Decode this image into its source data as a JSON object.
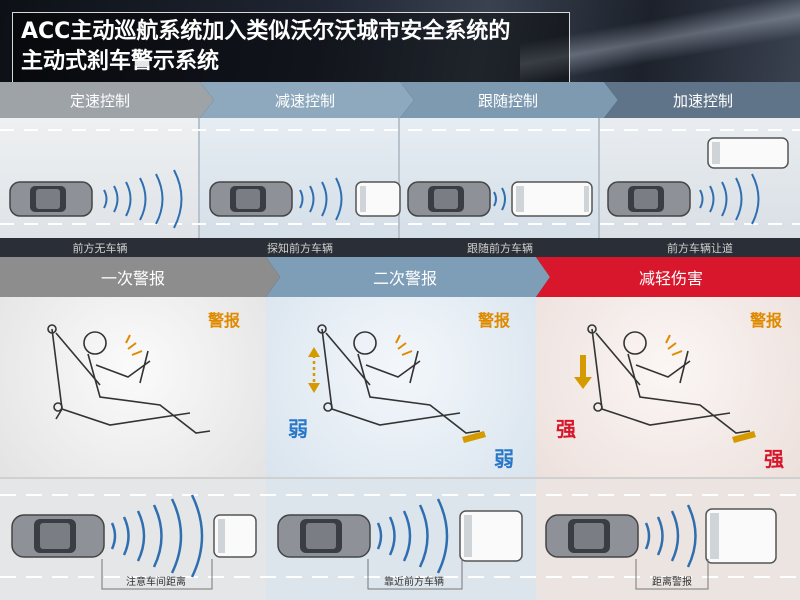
{
  "title": {
    "line1": "ACC主动巡航系统加入类似沃尔沃城市安全系统的",
    "line2": "主动式刹车警示系统"
  },
  "acc_stages": [
    {
      "label": "定速控制",
      "caption": "前方无车辆"
    },
    {
      "label": "减速控制",
      "caption": "探知前方车辆"
    },
    {
      "label": "跟随控制",
      "caption": "跟随前方车辆"
    },
    {
      "label": "加速控制",
      "caption": "前方车辆让道"
    }
  ],
  "warning_stages": [
    {
      "label": "一次警报",
      "warning_word": "警报",
      "road_caption": "注意车间距离"
    },
    {
      "label": "二次警报",
      "warning_word": "警报",
      "seat_strength": "弱",
      "pedal_strength": "弱",
      "road_caption": "靠近前方车辆"
    },
    {
      "label": "减轻伤害",
      "warning_word": "警报",
      "seat_strength": "强",
      "pedal_strength": "强",
      "road_caption": "距离警报"
    }
  ],
  "colors": {
    "weak_blue": "#2a78c8",
    "strong_red": "#d8162b",
    "warning_orange": "#e08a00",
    "tab_gray": "#8a8a8a",
    "tab_blue": "#7b9cb5",
    "tab_red": "#d8172c"
  }
}
